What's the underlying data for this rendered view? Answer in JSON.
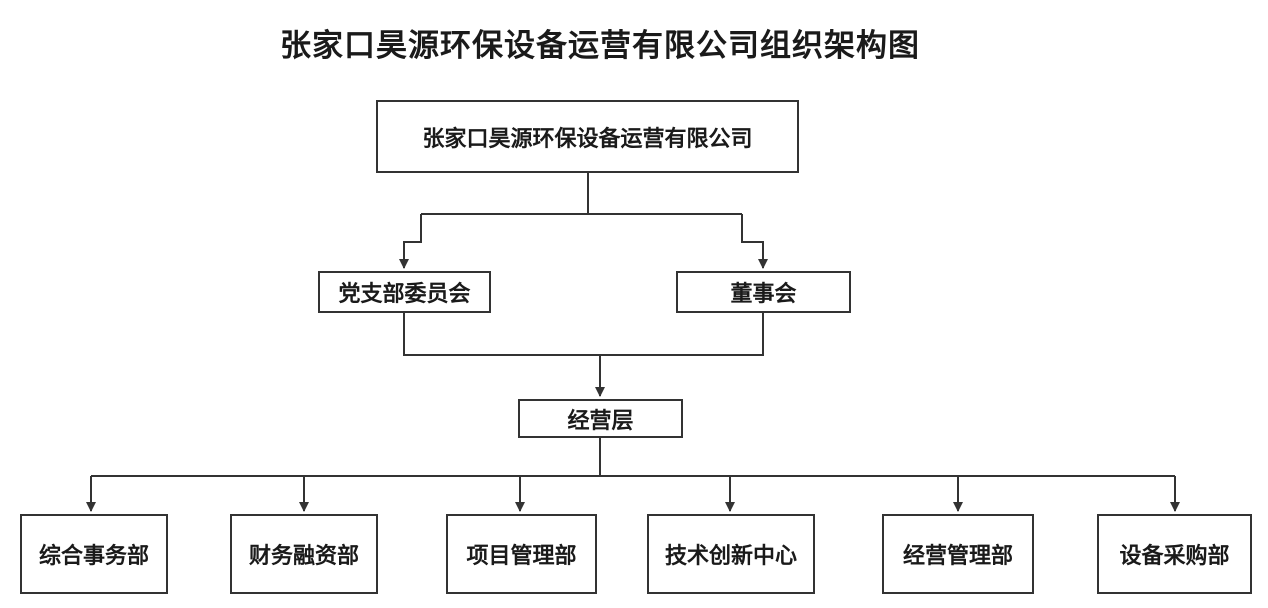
{
  "title": "张家口昊源环保设备运营有限公司组织架构图",
  "company": "张家口昊源环保设备运营有限公司",
  "party_committee": "党支部委员会",
  "board": "董事会",
  "management": "经营层",
  "departments": [
    "综合事务部",
    "财务融资部",
    "项目管理部",
    "技术创新中心",
    "经营管理部",
    "设备采购部"
  ]
}
